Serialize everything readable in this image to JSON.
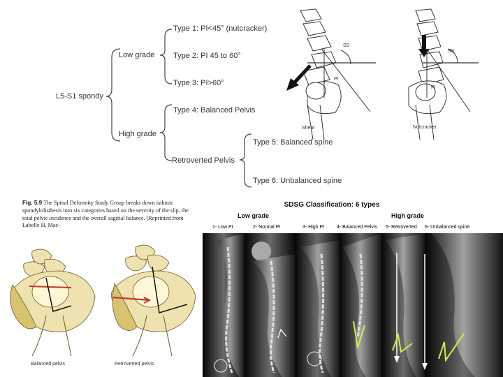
{
  "classification_tree": {
    "root": "L5-S1 spondy",
    "low_grade": "Low grade",
    "high_grade": "High grade",
    "type1": "Type 1: PI<45° (nutcracker)",
    "type2": "Type 2: PI 45 to 60°",
    "type3": "Type 3: PI>60°",
    "type4": "Type 4: Balanced Pelvis",
    "retroverted": "Retroverted Pelvis",
    "type5": "Type 5: Balanced spine",
    "type6": "Type 6: Unbalanced spine"
  },
  "top_illustrations": {
    "left_caption": "Shear",
    "right_caption": "Nutcracker",
    "ss_label": "SS",
    "pi_label": "PI"
  },
  "figure_caption": {
    "label": "Fig. 5.9",
    "text": "The Spinal Deformity Study Group breaks down isthmic spondylolisthesis into six categories based on the severity of the slip, the total pelvic incidence and the overall sagittal balance. [Reprinted from Labelle H, Mac-"
  },
  "pelvis_illustrations": {
    "left_caption": "Balanced pelvis",
    "right_caption": "Retroverted pelvis"
  },
  "xray_panel": {
    "title": "SDSG Classification: 6 types",
    "low_grade": "Low grade",
    "high_grade": "High grade",
    "columns": [
      "1- Low PI",
      "2- Normal PI",
      "3- High PI",
      "4- Balanced Pelvis",
      "5- Retroverted",
      "6- Unbalanced spine"
    ]
  },
  "colors": {
    "xray_bg": "#0b0b0b",
    "bone": "#e8dba0",
    "arrow_red": "#c0392b",
    "marker_yellow": "#d8e84a"
  }
}
